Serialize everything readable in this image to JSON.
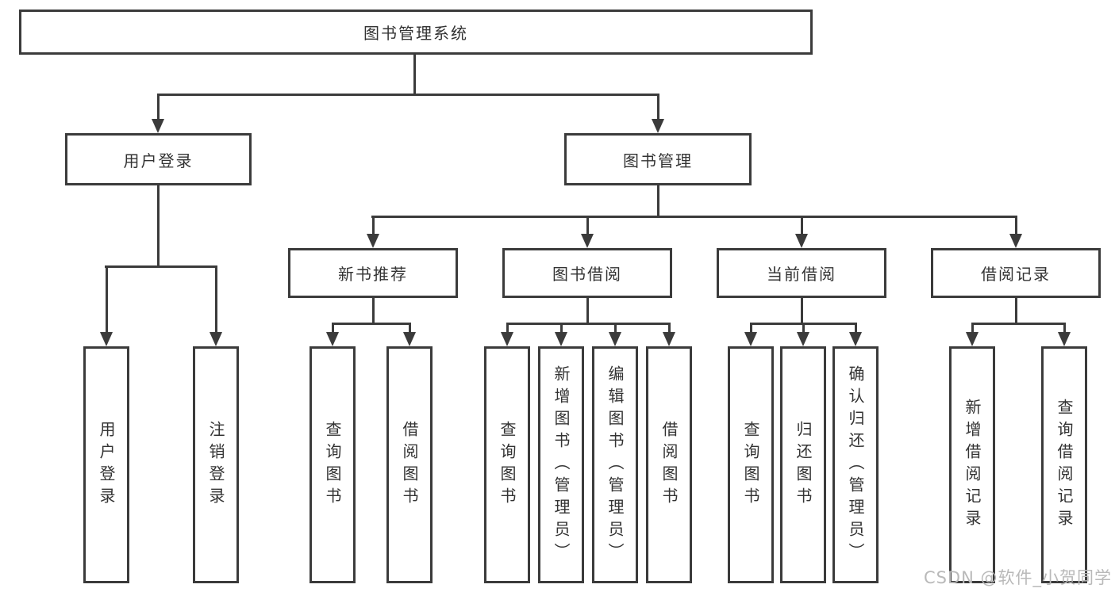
{
  "colors": {
    "line": "#3b3b3b",
    "text": "#333333",
    "box-bg": "#ffffff",
    "background": "#ffffff",
    "watermark": "#b9b9b9"
  },
  "watermark": {
    "text": "CSDN @软件_小贺同学"
  },
  "tree": {
    "label": "图书管理系统",
    "children": [
      {
        "label": "用户登录",
        "children": [
          {
            "label": "用户登录"
          },
          {
            "label": "注销登录"
          }
        ]
      },
      {
        "label": "图书管理",
        "children": [
          {
            "label": "新书推荐",
            "children": [
              {
                "label": "查询图书"
              },
              {
                "label": "借阅图书"
              }
            ]
          },
          {
            "label": "图书借阅",
            "children": [
              {
                "label": "查询图书"
              },
              {
                "label": "新增图书（管理员）"
              },
              {
                "label": "编辑图书（管理员）"
              },
              {
                "label": "借阅图书"
              }
            ]
          },
          {
            "label": "当前借阅",
            "children": [
              {
                "label": "查询图书"
              },
              {
                "label": "归还图书"
              },
              {
                "label": "确认归还（管理员）"
              }
            ]
          },
          {
            "label": "借阅记录",
            "children": [
              {
                "label": "新增借阅记录"
              },
              {
                "label": "查询借阅记录"
              }
            ]
          }
        ]
      }
    ]
  }
}
